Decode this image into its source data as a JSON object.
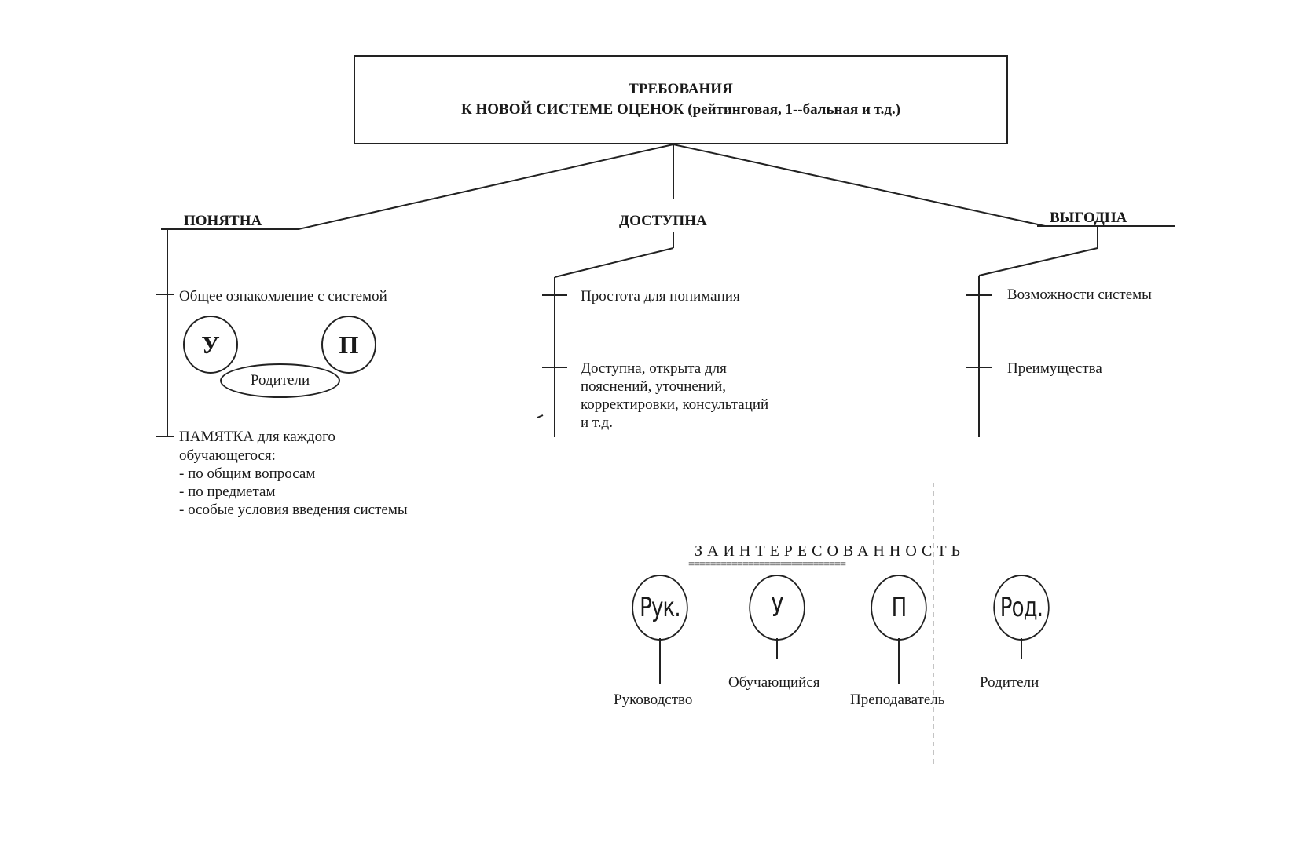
{
  "header": {
    "line1": "ТРЕБОВАНИЯ",
    "line2": "К НОВОЙ СИСТЕМЕ ОЦЕНОК (рейтинговая, 1--бальная и т.д.)"
  },
  "branches": {
    "left": {
      "title": "ПОНЯТНА",
      "items": [
        "Общее ознакомление с системой",
        "ПАМЯТКА для каждого",
        "обучающегося:",
        "- по общим вопросам",
        "- по предметам",
        "- особые условия введения системы"
      ],
      "circle_u": "У",
      "circle_p": "П",
      "ellipse": "Родители"
    },
    "center": {
      "title": "ДОСТУПНА",
      "items": [
        "Простота для понимания",
        "Доступна, открыта для",
        "пояснений, уточнений,",
        "корректировки, консультаций",
        "и т.д."
      ]
    },
    "right": {
      "title": "ВЫГОДНА",
      "items": [
        "Возможности системы",
        "Преимущества"
      ]
    }
  },
  "interest": {
    "title": "ЗАИНТЕРЕСОВАННОСТЬ",
    "underline": "=============================",
    "nodes": [
      {
        "abbr": "Рук.",
        "label": "Руководство"
      },
      {
        "abbr": "У",
        "label": "Обучающийся"
      },
      {
        "abbr": "П",
        "label": "Преподаватель"
      },
      {
        "abbr": "Род.",
        "label": "Родители"
      }
    ]
  }
}
